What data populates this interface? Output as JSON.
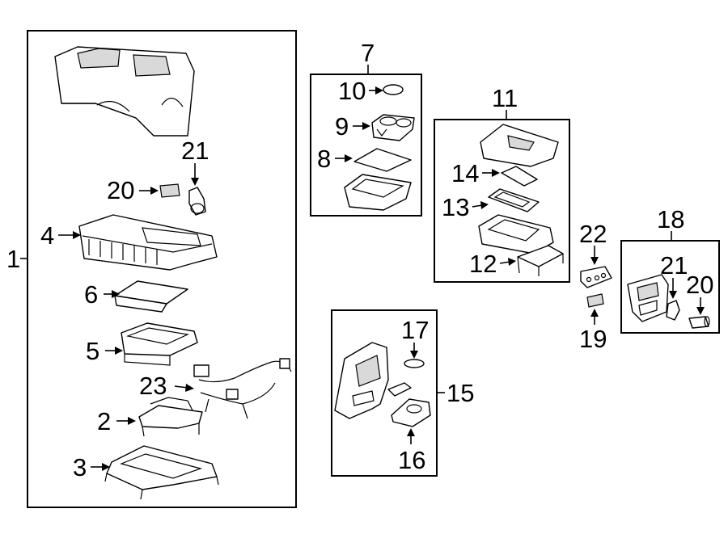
{
  "callouts": {
    "c1": "1",
    "c2": "2",
    "c3": "3",
    "c4": "4",
    "c5": "5",
    "c6": "6",
    "c7": "7",
    "c8": "8",
    "c9": "9",
    "c10": "10",
    "c11": "11",
    "c12": "12",
    "c13": "13",
    "c14": "14",
    "c15": "15",
    "c16": "16",
    "c17": "17",
    "c18": "18",
    "c19": "19",
    "c20a": "20",
    "c20b": "20",
    "c21a": "21",
    "c21b": "21",
    "c22": "22",
    "c23": "23"
  }
}
